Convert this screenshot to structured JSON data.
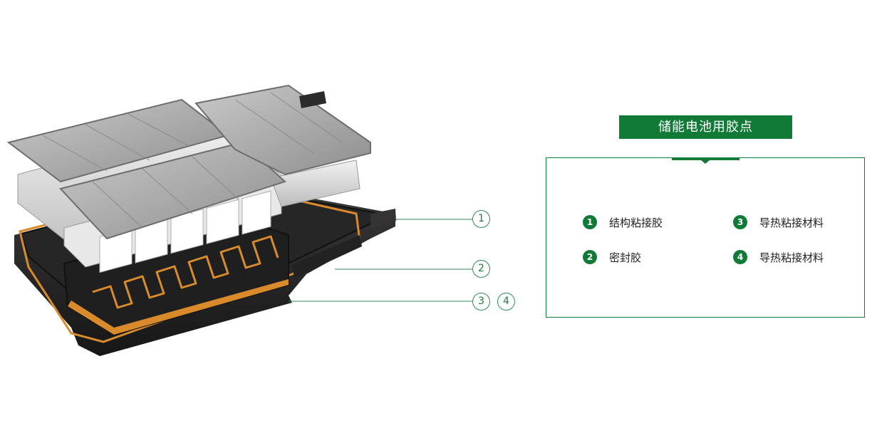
{
  "callouts": [
    "1",
    "2",
    "3",
    "4"
  ],
  "panel": {
    "title": "储能电池用胶点",
    "items": [
      {
        "num": "1",
        "label": "结构粘接胶"
      },
      {
        "num": "2",
        "label": "密封胶"
      },
      {
        "num": "3",
        "label": "导热粘接材料"
      },
      {
        "num": "4",
        "label": "导热粘接材料"
      }
    ]
  },
  "colors": {
    "brand_green": "#117a37",
    "adhesive_orange": "#d98a2b",
    "tray_black": "#2b2b2b",
    "cover_gray": "#a8a8a8"
  }
}
